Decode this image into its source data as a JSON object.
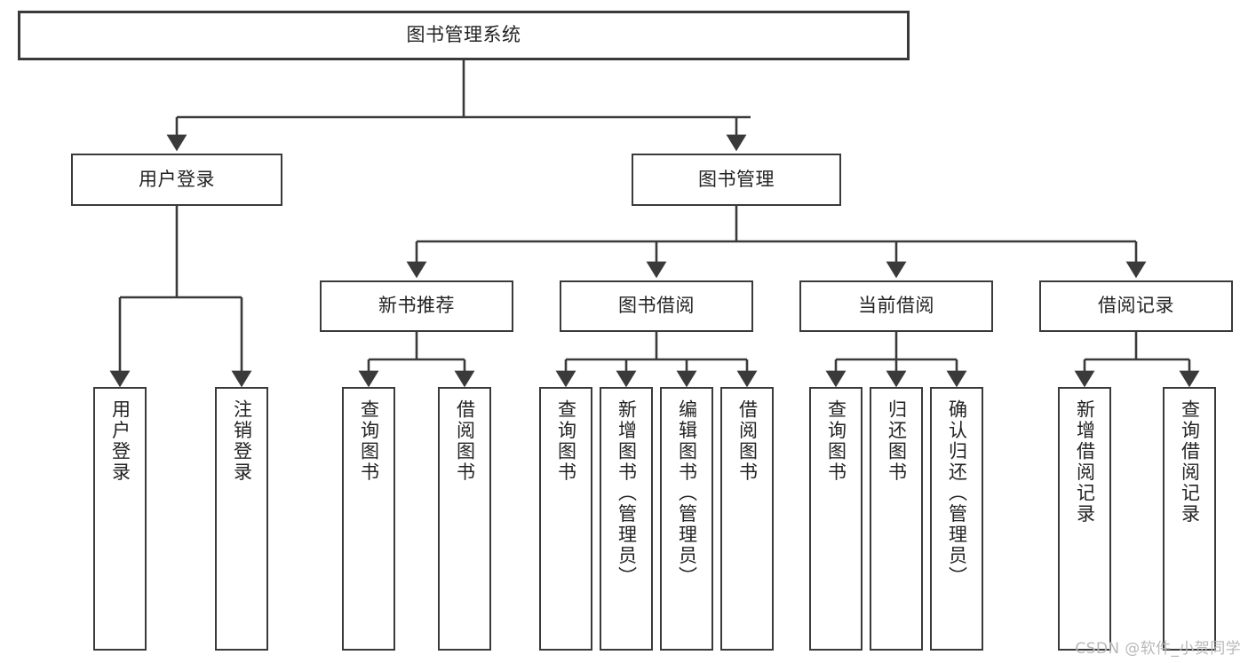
{
  "diagram": {
    "title": "图书管理系统",
    "type": "functional-structure-tree",
    "line_color": "#3a3a3a",
    "box_fill": "#ffffff",
    "text_color": "#232323"
  },
  "nodes": {
    "root": {
      "label": "图书管理系统"
    },
    "level2": [
      {
        "id": "user-login",
        "label": "用户登录"
      },
      {
        "id": "book-management",
        "label": "图书管理"
      }
    ],
    "level3": [
      {
        "id": "new-book-recommend",
        "label": "新书推荐"
      },
      {
        "id": "book-borrow",
        "label": "图书借阅"
      },
      {
        "id": "current-borrow",
        "label": "当前借阅"
      },
      {
        "id": "borrow-record",
        "label": "借阅记录"
      }
    ],
    "leaves": [
      {
        "id": "leaf-user-login",
        "label": "用户登录",
        "parent": "user-login"
      },
      {
        "id": "leaf-logout-login",
        "label": "注销登录",
        "parent": "user-login"
      },
      {
        "id": "leaf-query-book-1",
        "label": "查询图书",
        "parent": "new-book-recommend"
      },
      {
        "id": "leaf-borrow-book-1",
        "label": "借阅图书",
        "parent": "new-book-recommend"
      },
      {
        "id": "leaf-query-book-2",
        "label": "查询图书",
        "parent": "book-borrow"
      },
      {
        "id": "leaf-add-book",
        "label": "新增图书（管理员）",
        "parent": "book-borrow"
      },
      {
        "id": "leaf-edit-book",
        "label": "编辑图书（管理员）",
        "parent": "book-borrow"
      },
      {
        "id": "leaf-borrow-book-2",
        "label": "借阅图书",
        "parent": "book-borrow"
      },
      {
        "id": "leaf-query-book-3",
        "label": "查询图书",
        "parent": "current-borrow"
      },
      {
        "id": "leaf-return-book",
        "label": "归还图书",
        "parent": "current-borrow"
      },
      {
        "id": "leaf-confirm-return",
        "label": "确认归还（管理员）",
        "parent": "current-borrow"
      },
      {
        "id": "leaf-add-record",
        "label": "新增借阅记录",
        "parent": "borrow-record"
      },
      {
        "id": "leaf-query-record",
        "label": "查询借阅记录",
        "parent": "borrow-record"
      }
    ]
  },
  "watermark": {
    "text": "CSDN @软件_小贺同学"
  }
}
